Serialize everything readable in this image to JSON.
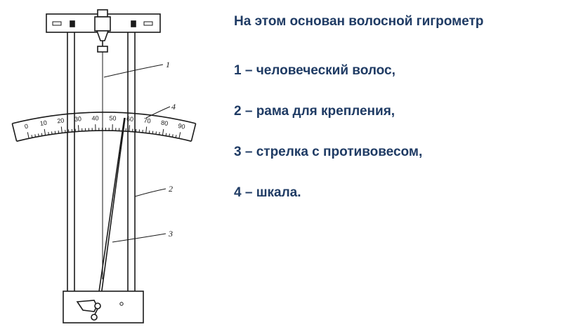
{
  "title": "На этом основан волосной гигрометр",
  "legend": [
    "1 – человеческий волос,",
    "2 – рама для крепления,",
    "3 – стрелка с противовесом,",
    "4 – шкала."
  ],
  "callouts": [
    "1",
    "2",
    "3",
    "4"
  ],
  "scale_ticks": [
    "0",
    "10",
    "20",
    "30",
    "40",
    "50",
    "60",
    "70",
    "80",
    "90"
  ],
  "colors": {
    "text": "#1f3b64",
    "line": "#1a1a1a",
    "background": "#ffffff"
  }
}
